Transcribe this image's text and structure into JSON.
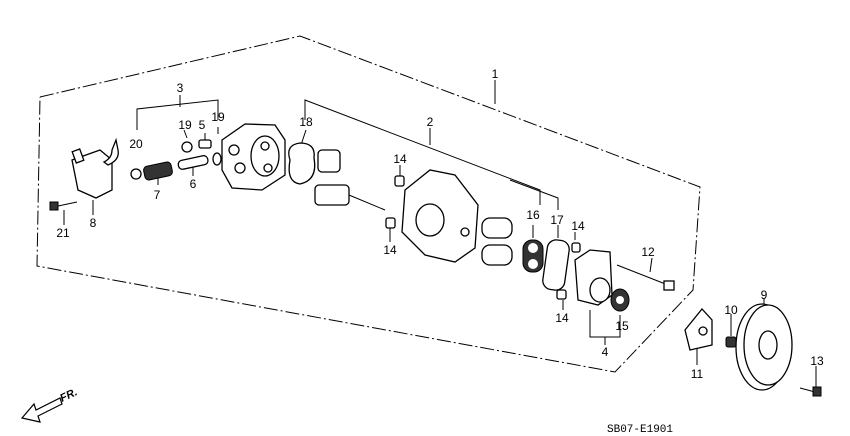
{
  "diagram": {
    "labels": {
      "p1": "1",
      "p2": "2",
      "p3": "3",
      "p4": "4",
      "p5": "5",
      "p6": "6",
      "p7": "7",
      "p8": "8",
      "p9": "9",
      "p10": "10",
      "p11": "11",
      "p12": "12",
      "p13": "13",
      "p14a": "14",
      "p14b": "14",
      "p14c": "14",
      "p14d": "14",
      "p15": "15",
      "p16": "16",
      "p17": "17",
      "p18": "18",
      "p19a": "19",
      "p19b": "19",
      "p20": "20",
      "p21": "21"
    },
    "direction_label": "FR.",
    "drawing_code": "SB07-E1901",
    "colors": {
      "ink": "#000000",
      "background": "#ffffff"
    }
  }
}
